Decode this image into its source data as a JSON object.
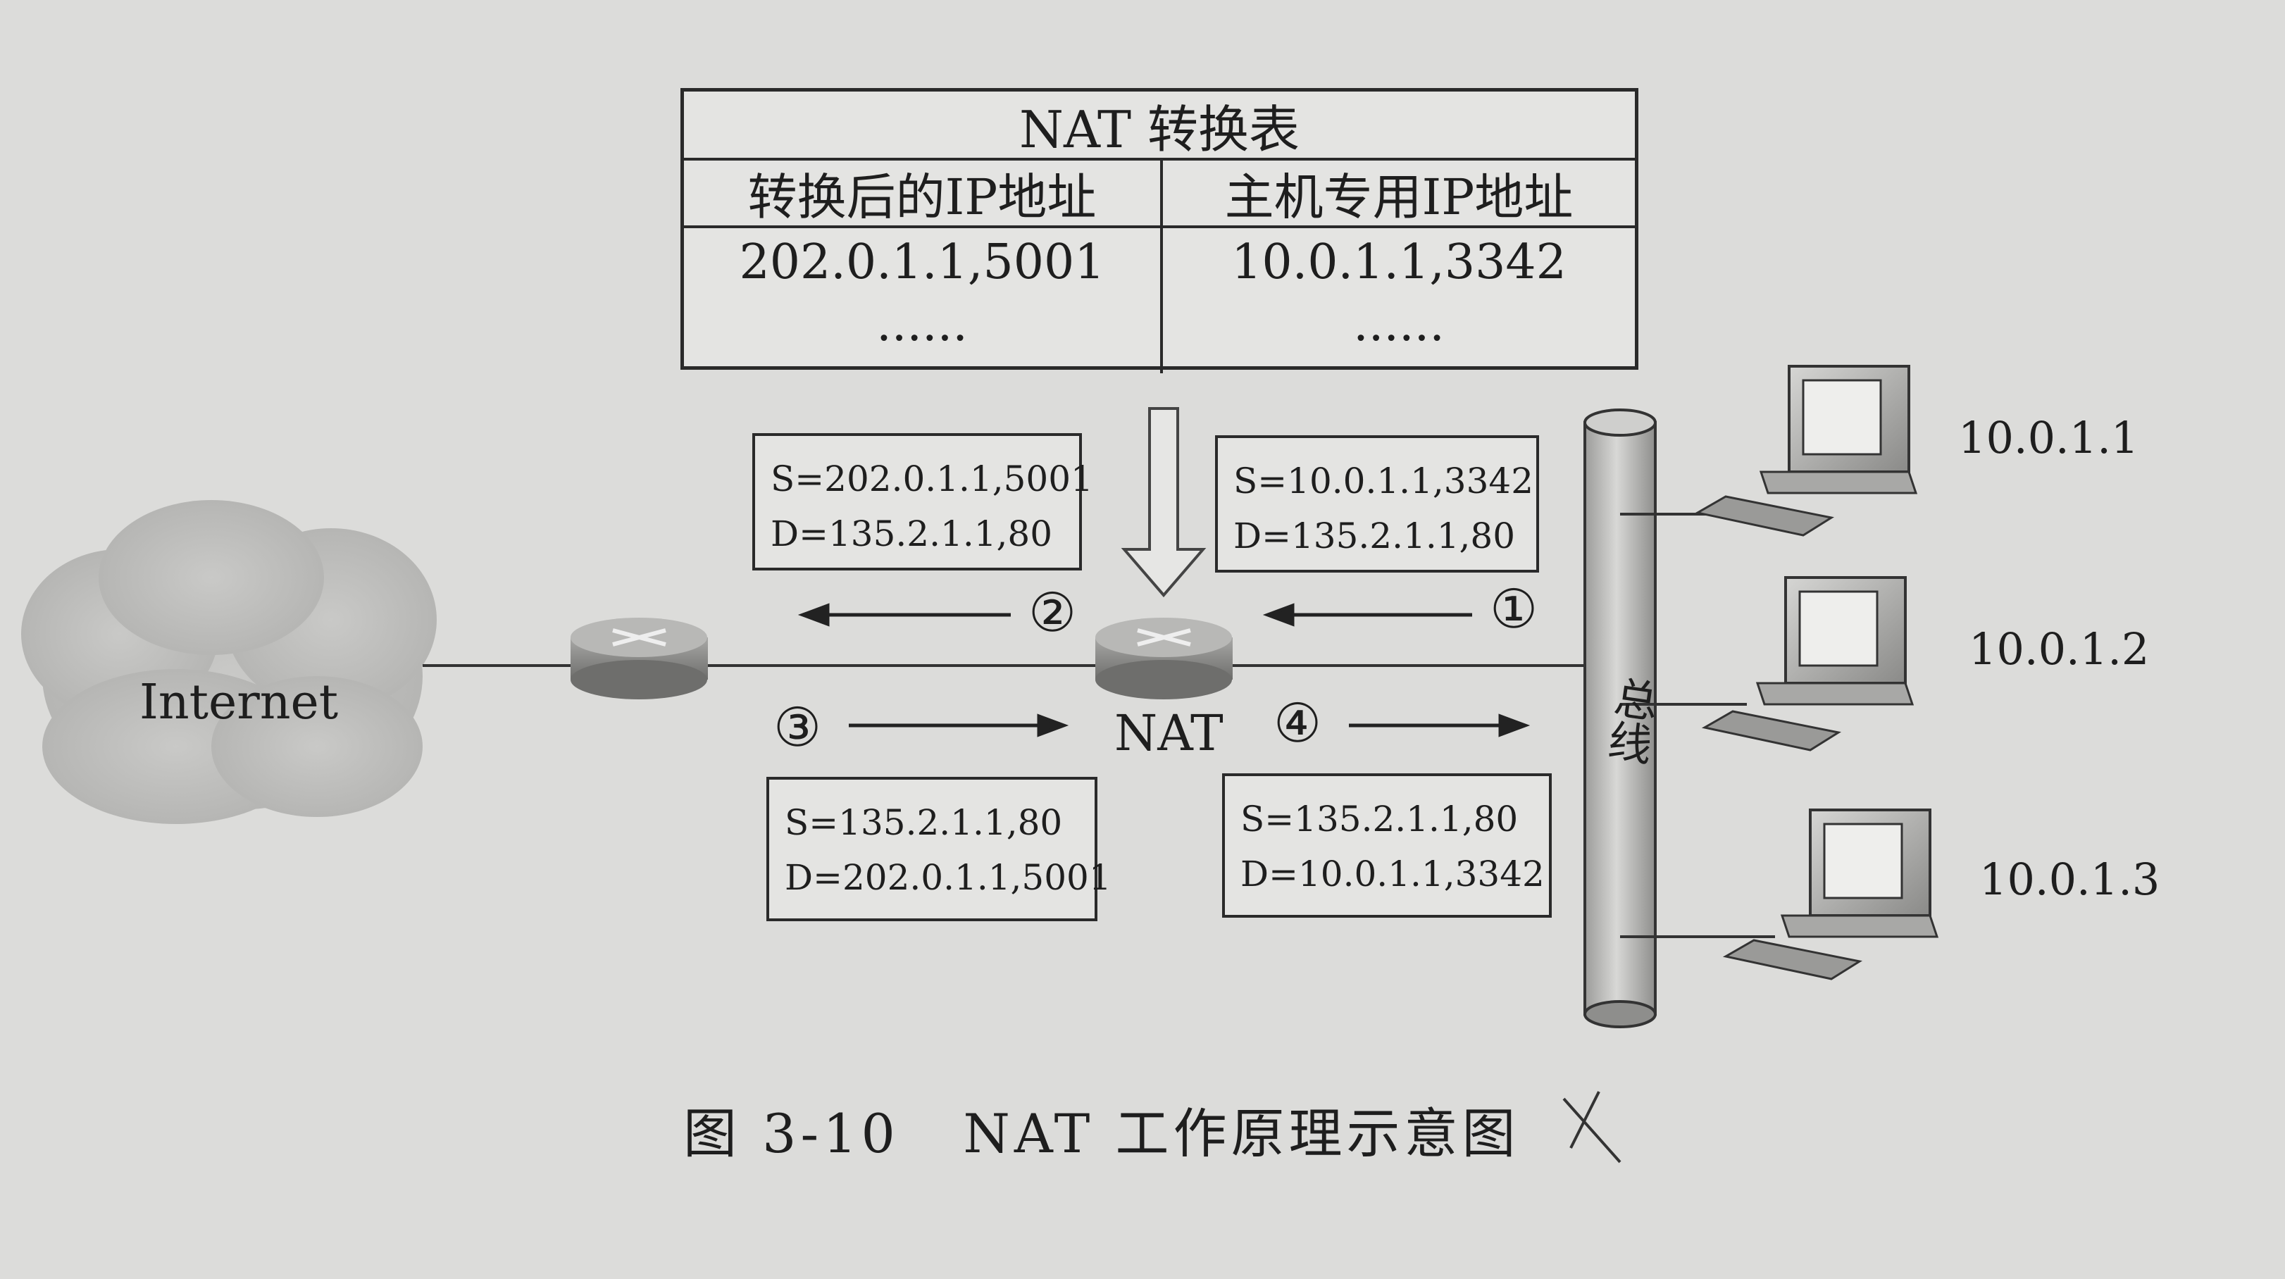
{
  "nat_table": {
    "title": "NAT 转换表",
    "headers": [
      "转换后的IP地址",
      "主机专用IP地址"
    ],
    "rows": [
      [
        "202.0.1.1,5001",
        "10.0.1.1,3342"
      ],
      [
        "......",
        "......"
      ]
    ]
  },
  "packets": {
    "p1": {
      "src": "S=10.0.1.1,3342",
      "dst": "D=135.2.1.1,80"
    },
    "p2": {
      "src": "S=202.0.1.1,5001",
      "dst": "D=135.2.1.1,80"
    },
    "p3": {
      "src": "S=135.2.1.1,80",
      "dst": "D=202.0.1.1,5001"
    },
    "p4": {
      "src": "S=135.2.1.1,80",
      "dst": "D=10.0.1.1,3342"
    }
  },
  "steps": [
    "①",
    "②",
    "③",
    "④"
  ],
  "nodes": {
    "internet": "Internet",
    "nat": "NAT",
    "bus": "总线",
    "hosts": [
      "10.0.1.1",
      "10.0.1.2",
      "10.0.1.3"
    ]
  },
  "caption": "图 3-10   NAT 工作原理示意图",
  "icons": {
    "router": "router-icon",
    "computer": "computer-icon",
    "cloud": "cloud-icon",
    "arrow": "arrow-icon"
  }
}
